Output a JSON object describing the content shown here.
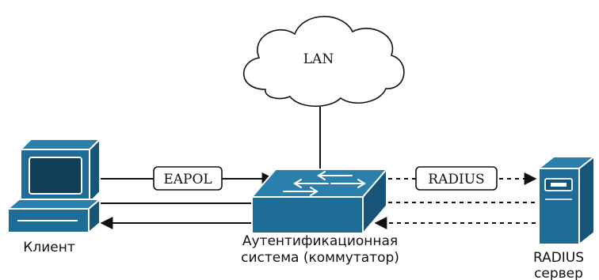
{
  "nodes": {
    "lan": {
      "label": "LAN"
    },
    "client": {
      "label": "Клиент"
    },
    "switch": {
      "label_line1": "Аутентификационная",
      "label_line2": "система (коммутатор)"
    },
    "server": {
      "label_line1": "RADIUS",
      "label_line2": "сервер"
    }
  },
  "links": {
    "eapol": {
      "label": "EAPOL"
    },
    "radius": {
      "label": "RADIUS"
    }
  },
  "colors": {
    "device": "#1f6c96",
    "line": "#111111",
    "background": "#ffffff"
  }
}
